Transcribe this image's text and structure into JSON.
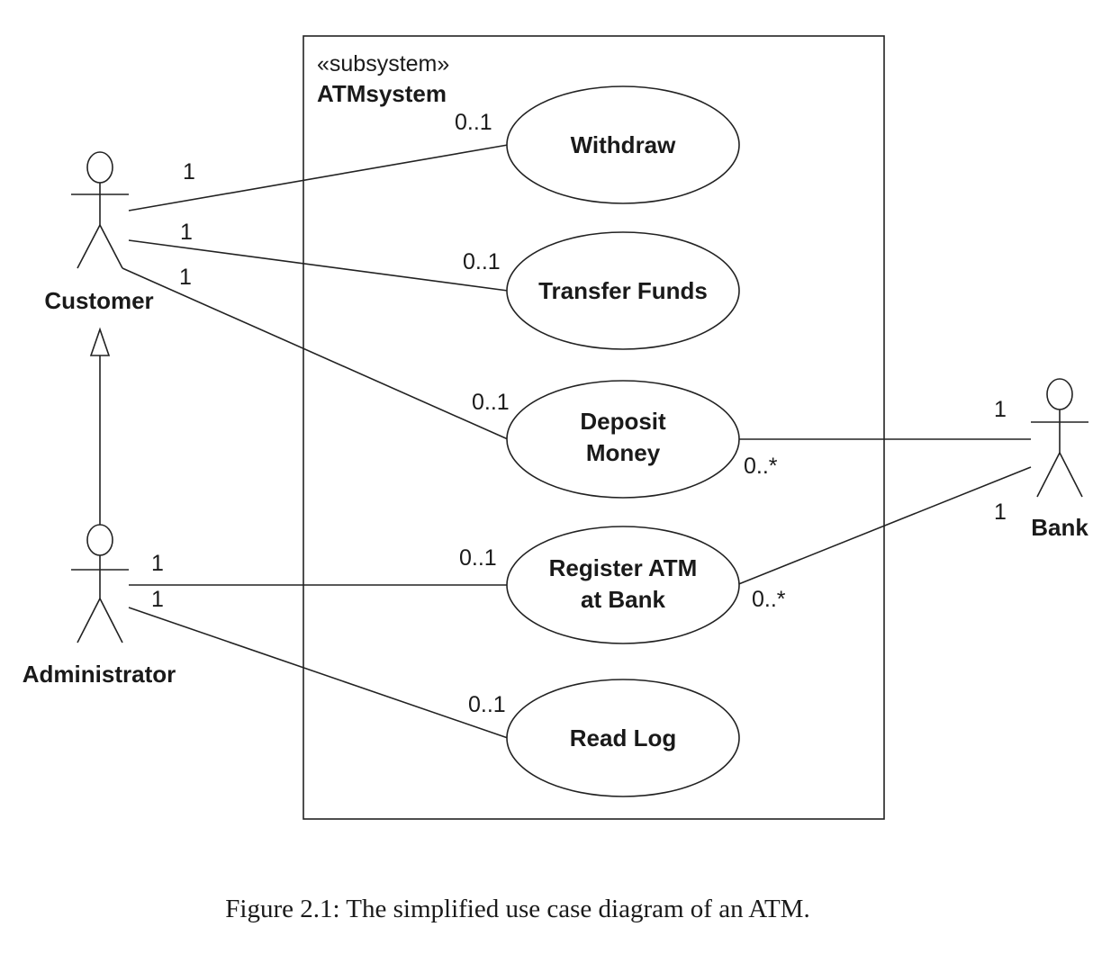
{
  "subsystem": {
    "stereotype": "«subsystem»",
    "name": "ATMsystem"
  },
  "actors": {
    "customer": "Customer",
    "administrator": "Administrator",
    "bank": "Bank"
  },
  "use_cases": {
    "withdraw": [
      "Withdraw"
    ],
    "transfer_funds": [
      "Transfer Funds"
    ],
    "deposit_money": [
      "Deposit",
      "Money"
    ],
    "register_atm": [
      "Register ATM",
      "at Bank"
    ],
    "read_log": [
      "Read Log"
    ]
  },
  "multiplicities": {
    "customer_withdraw_actor": "1",
    "customer_withdraw_uc": "0..1",
    "customer_transfer_actor": "1",
    "customer_transfer_uc": "0..1",
    "customer_deposit_actor": "1",
    "customer_deposit_uc": "0..1",
    "bank_deposit_actor": "1",
    "bank_deposit_uc": "0..*",
    "bank_register_actor": "1",
    "bank_register_uc": "0..*",
    "admin_register_actor": "1",
    "admin_register_uc": "0..1",
    "admin_readlog_actor": "1",
    "admin_readlog_uc": "0..1"
  },
  "caption": "Figure 2.1: The simplified use case diagram of an ATM."
}
